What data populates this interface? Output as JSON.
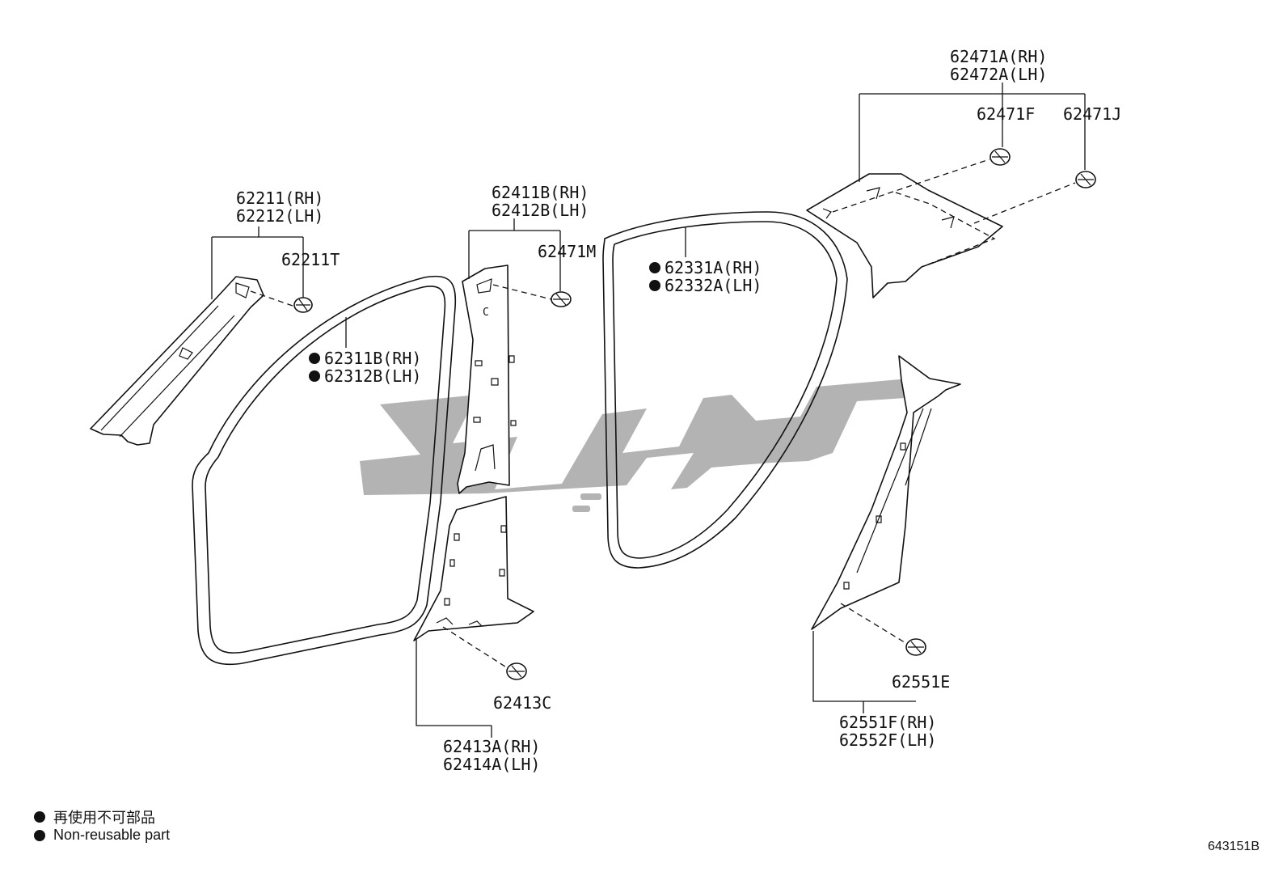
{
  "labels": {
    "l_62211_rh": "62211(RH)",
    "l_62212_lh": "62212(LH)",
    "l_62211t": "62211T",
    "l_62311b_rh": "62311B(RH)",
    "l_62312b_lh": "62312B(LH)",
    "l_62411b_rh": "62411B(RH)",
    "l_62412b_lh": "62412B(LH)",
    "l_62471m": "62471M",
    "l_62331a_rh": "62331A(RH)",
    "l_62332a_lh": "62332A(LH)",
    "l_62471a_rh": "62471A(RH)",
    "l_62472a_lh": "62472A(LH)",
    "l_62471f": "62471F",
    "l_62471j": "62471J",
    "l_62413c": "62413C",
    "l_62413a_rh": "62413A(RH)",
    "l_62414a_lh": "62414A(LH)",
    "l_62551e": "62551E",
    "l_62551f_rh": "62551F(RH)",
    "l_62552f_lh": "62552F(LH)",
    "mark_c": "C"
  },
  "legend": {
    "japanese": "再使用不可部品",
    "english": "Non-reusable part"
  },
  "diagram_id": "643151B"
}
